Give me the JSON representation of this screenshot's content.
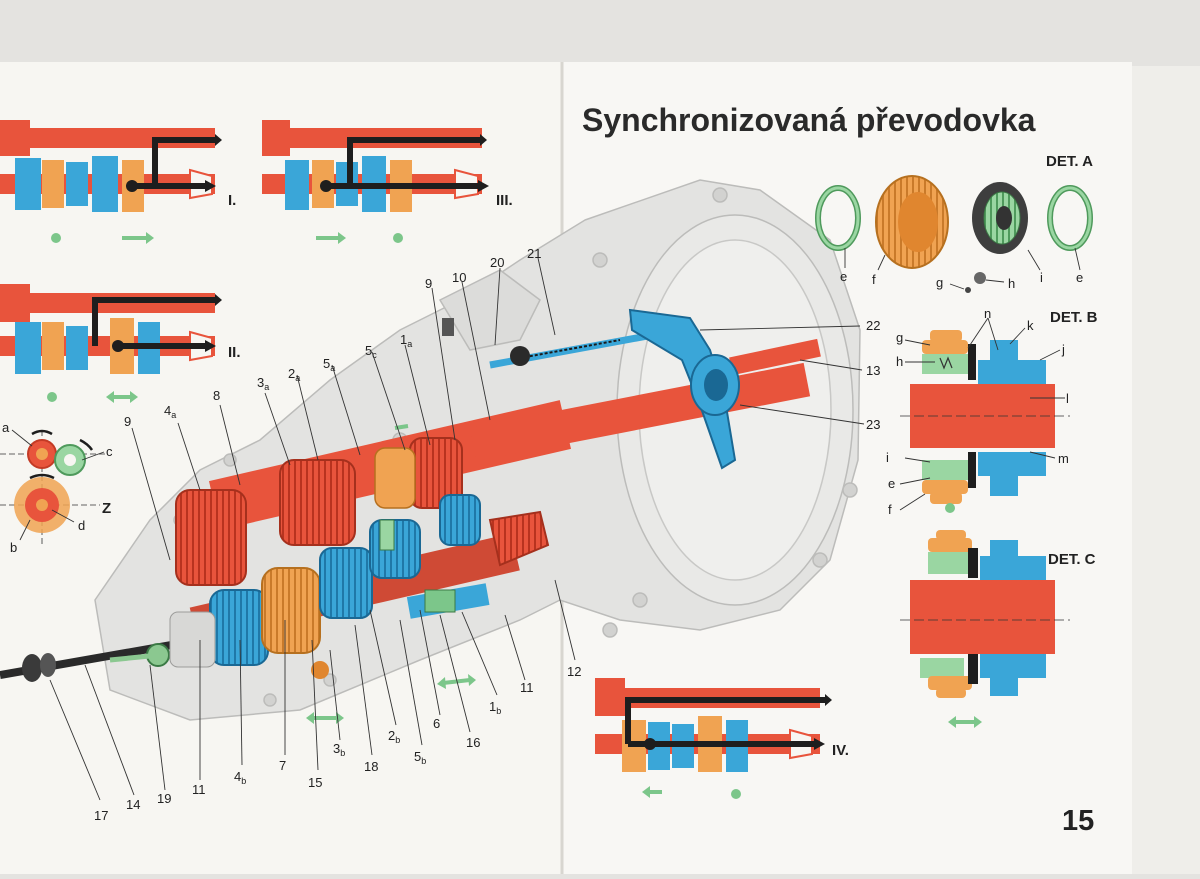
{
  "title": "Synchronizovaná převodovka",
  "page_number": "15",
  "colors": {
    "red": "#e8543c",
    "blue": "#3aa6d8",
    "orange": "#f0a352",
    "green": "#7cc68a",
    "black": "#1e1e1e",
    "paper": "#f7f6f3",
    "ghost": "#cfcfcf"
  },
  "gear_diagrams": {
    "first": "I.",
    "second": "II.",
    "third": "III.",
    "fourth": "IV."
  },
  "rotation_label": "Z",
  "rotation_letters": {
    "a": "a",
    "b": "b",
    "c": "c",
    "d": "d"
  },
  "details": {
    "a": {
      "heading": "DET. A",
      "labels": {
        "e1": "e",
        "f": "f",
        "g": "g",
        "h": "h",
        "i": "i",
        "e2": "e"
      }
    },
    "b": {
      "heading": "DET. B",
      "labels": {
        "g": "g",
        "h": "h",
        "n": "n",
        "k": "k",
        "j": "j",
        "l": "l",
        "i": "i",
        "m": "m",
        "e": "e",
        "f": "f"
      }
    },
    "c": {
      "heading": "DET. C"
    }
  },
  "callouts": {
    "n1a": "1",
    "s1a": "a",
    "n1b": "1",
    "s1b": "b",
    "n2a": "2",
    "s2a": "a",
    "n2b": "2",
    "s2b": "b",
    "n3a": "3",
    "s3a": "a",
    "n3b": "3",
    "s3b": "b",
    "n4a": "4",
    "s4a": "a",
    "n4b": "4",
    "s4b": "b",
    "n5a": "5",
    "s5a": "a",
    "n5b": "5",
    "s5b": "b",
    "n5c": "5",
    "s5c": "c",
    "c6": "6",
    "c7": "7",
    "c8": "8",
    "c9a": "9",
    "c9b": "9",
    "c10": "10",
    "c11a": "11",
    "c11b": "11",
    "c12": "12",
    "c13": "13",
    "c14": "14",
    "c15": "15",
    "c16": "16",
    "c17": "17",
    "c18": "18",
    "c19": "19",
    "c20": "20",
    "c21": "21",
    "c22": "22",
    "c23": "23"
  }
}
